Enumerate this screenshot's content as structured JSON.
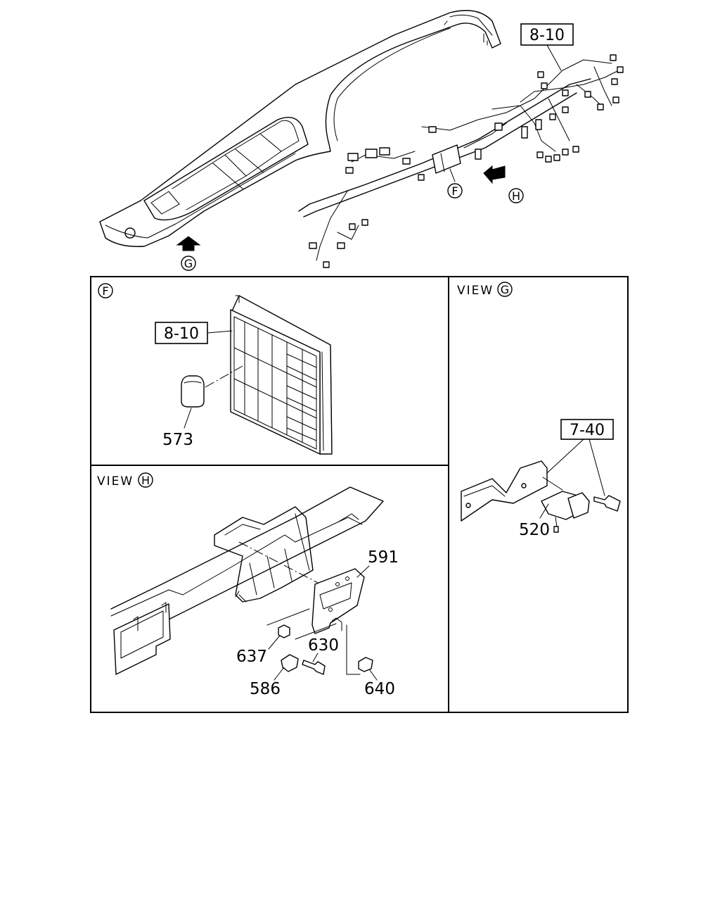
{
  "callouts": {
    "top_ref": "8-10",
    "top_marker_f": "F",
    "top_marker_g": "G",
    "top_marker_h": "H",
    "panel_f_marker": "F",
    "panel_f_ref": "8-10",
    "panel_f_part": "573",
    "view_g_word": "VIEW",
    "view_g_letter": "G",
    "view_g_ref": "7-40",
    "view_g_part": "520",
    "view_h_word": "VIEW",
    "view_h_letter": "H",
    "view_h_part_591": "591",
    "view_h_part_637": "637",
    "view_h_part_630": "630",
    "view_h_part_586": "586",
    "view_h_part_640": "640"
  }
}
